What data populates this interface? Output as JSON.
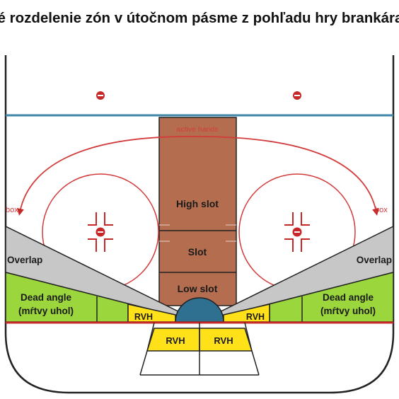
{
  "title": "né rozdelenie zón v útočnom pásme z pohľadu hry brankára",
  "labels": {
    "active_hands": "active hands",
    "high_slot": "High slot",
    "slot": "Slot",
    "low_slot": "Low slot",
    "box_left": "box",
    "box_right": "box",
    "overlap_left": "Overlap",
    "overlap_right": "Overlap",
    "dead_angle_left": "Dead angle",
    "dead_angle_left_sub": "(mŕtvy uhol)",
    "dead_angle_right": "Dead angle",
    "dead_angle_right_sub": "(mŕtvy uhol)",
    "rvh_left": "RVH",
    "rvh_right": "RVH",
    "rvh_bottom_left": "RVH",
    "rvh_bottom_right": "RVH"
  },
  "colors": {
    "slot_fill": "#b46e4f",
    "blue_line": "#3f86a8",
    "red_line": "#c62828",
    "crease": "#2f6f8f",
    "dead_angle": "#9bd63c",
    "rvh_yellow": "#ffe11a",
    "overlap_gray": "#c7c7c7",
    "overlap_light": "#e3e3e3"
  }
}
